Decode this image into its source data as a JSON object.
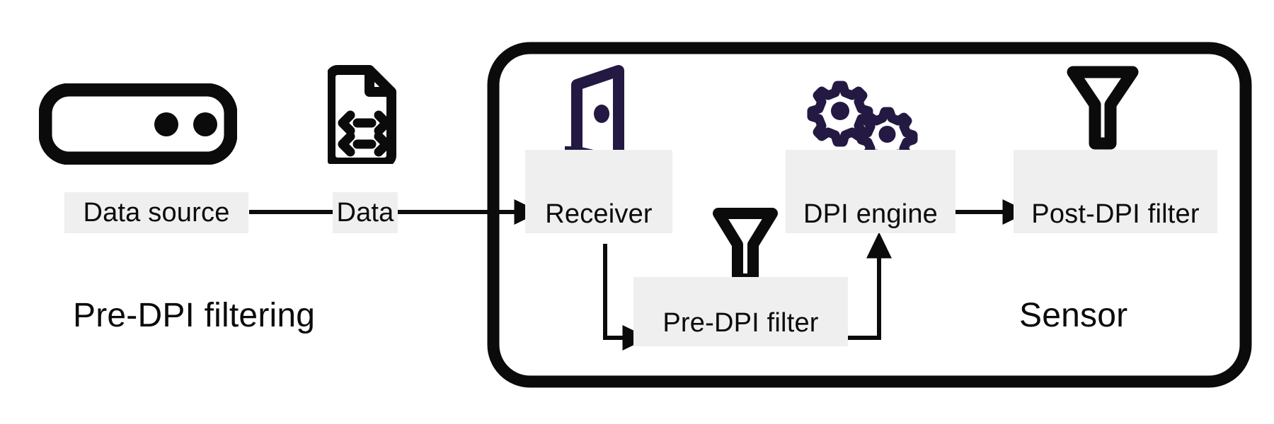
{
  "diagram": {
    "title_left": "Pre-DPI filtering",
    "title_right": "Sensor",
    "colors": {
      "stroke_black": "#0b0b0b",
      "accent_navy": "#231942",
      "label_bg": "#efefef",
      "canvas_bg": "#ffffff"
    },
    "groups": [
      {
        "name": "pre-dpi-filtering",
        "label": "Pre-DPI filtering",
        "boxed": false
      },
      {
        "name": "sensor",
        "label": "Sensor",
        "boxed": true
      }
    ],
    "nodes": [
      {
        "id": "data-source",
        "label": "Data source",
        "icon": "server-icon",
        "icon_color": "#0b0b0b"
      },
      {
        "id": "data",
        "label": "Data",
        "icon": "data-file-icon",
        "icon_color": "#0b0b0b"
      },
      {
        "id": "receiver",
        "label": "Receiver",
        "icon": "open-door-icon",
        "icon_color": "#231942"
      },
      {
        "id": "pre-dpi-filter",
        "label": "Pre-DPI filter",
        "icon": "funnel-icon",
        "icon_color": "#0b0b0b"
      },
      {
        "id": "dpi-engine",
        "label": "DPI engine",
        "icon": "gears-icon",
        "icon_color": "#231942"
      },
      {
        "id": "post-dpi-filter",
        "label": "Post-DPI filter",
        "icon": "funnel-icon",
        "icon_color": "#0b0b0b"
      }
    ],
    "edges": [
      {
        "from": "data-source",
        "to": "data",
        "style": "line",
        "arrow": false
      },
      {
        "from": "data",
        "to": "receiver",
        "style": "line",
        "arrow": true
      },
      {
        "from": "receiver",
        "to": "pre-dpi-filter",
        "style": "elbow",
        "arrow": true
      },
      {
        "from": "pre-dpi-filter",
        "to": "dpi-engine",
        "style": "elbow",
        "arrow": true
      },
      {
        "from": "dpi-engine",
        "to": "post-dpi-filter",
        "style": "line",
        "arrow": true
      }
    ]
  }
}
